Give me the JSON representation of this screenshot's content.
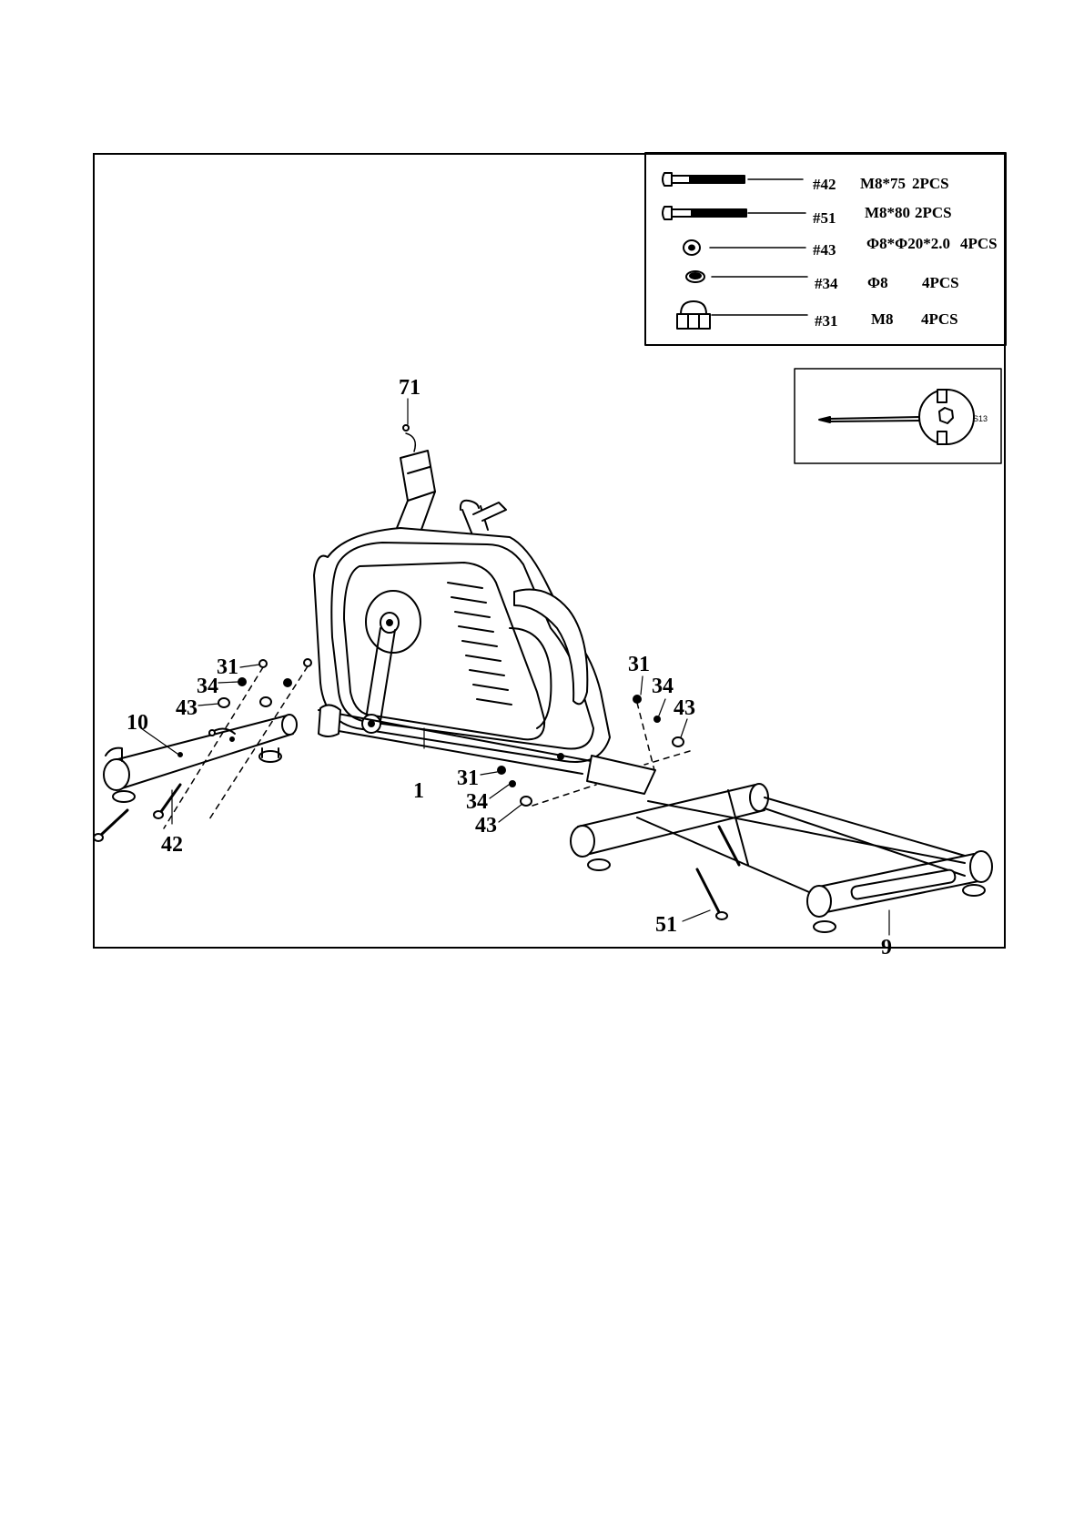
{
  "hardware_legend": [
    {
      "part": "#42",
      "spec": "M8*75",
      "qty": "2PCS"
    },
    {
      "part": "#51",
      "spec": "M8*80",
      "qty": "2PCS"
    },
    {
      "part": "#43",
      "spec": "Φ8*Φ20*2.0",
      "qty": "4PCS"
    },
    {
      "part": "#34",
      "spec": "Φ8",
      "qty": "4PCS"
    },
    {
      "part": "#31",
      "spec": "M8",
      "qty": "4PCS"
    }
  ],
  "tool_label": "S13",
  "part_labels": {
    "seat_post_part": "71",
    "left_nut": "31",
    "left_spring_washer": "34",
    "left_washer": "43",
    "rear_stabilizer": "10",
    "main_frame": "1",
    "left_bolt": "42",
    "mid_nut": "31",
    "mid_spring_washer": "34",
    "mid_washer": "43",
    "right_nut": "31",
    "right_spring_washer": "34",
    "right_washer": "43",
    "front_bolt": "51",
    "front_stabilizer": "9"
  }
}
